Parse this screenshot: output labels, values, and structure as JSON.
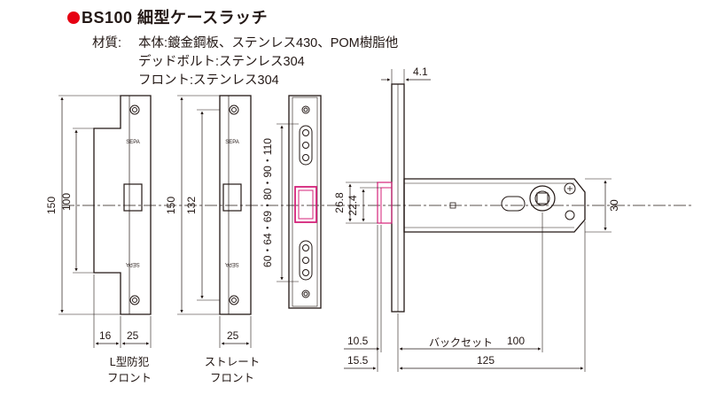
{
  "title": "BS100 細型ケースラッチ",
  "material": {
    "label": "材質:",
    "line1": "本体:鍍金鋼板、ステンレス430、POM樹脂他",
    "line2": "デッドボルト:ステンレス304",
    "line3": "フロント:ステンレス304"
  },
  "fronts": {
    "l_type": {
      "name_line1": "L型防犯",
      "name_line2": "フロント",
      "height": "150",
      "inner": "100",
      "offset": "16",
      "width": "25",
      "mark": "SEPA"
    },
    "straight": {
      "name_line1": "ストレート",
      "name_line2": "フロント",
      "height": "150",
      "inner": "132",
      "width": "25",
      "mark": "SEPA"
    }
  },
  "strike": {
    "hole_pitch": "60・64・69・80・90・110"
  },
  "latch": {
    "front_thickness": "4.1",
    "bolt_height_outer": "26.8",
    "bolt_height_inner": "22.4",
    "case_height": "30",
    "projection_a": "10.5",
    "projection_b": "15.5",
    "backset_label": "バックセット",
    "backset": "100",
    "overall": "125"
  },
  "colors": {
    "accent": "#e60012",
    "bolt_highlight": "#d4237a",
    "line": "#231815"
  }
}
